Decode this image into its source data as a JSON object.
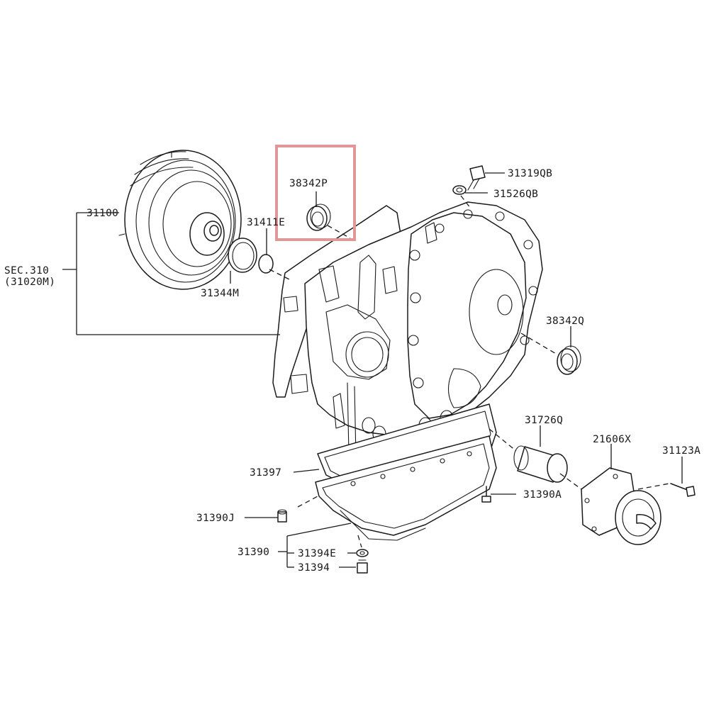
{
  "labels": {
    "p31100": "31100",
    "sec310": "SEC.310",
    "sec310_sub": "(31020M)",
    "p31344M": "31344M",
    "p31411E": "31411E",
    "p38342P": "38342P",
    "p31319QB": "31319QB",
    "p31526QB": "31526QB",
    "p38342Q": "38342Q",
    "p31726Q": "31726Q",
    "p21606X": "21606X",
    "p31123A": "31123A",
    "p31390A": "31390A",
    "p31397": "31397",
    "p31390J": "31390J",
    "p31390": "31390",
    "p31394E": "31394E",
    "p31394": "31394"
  },
  "highlight": {
    "part": "38342P",
    "color": "#e09797"
  }
}
